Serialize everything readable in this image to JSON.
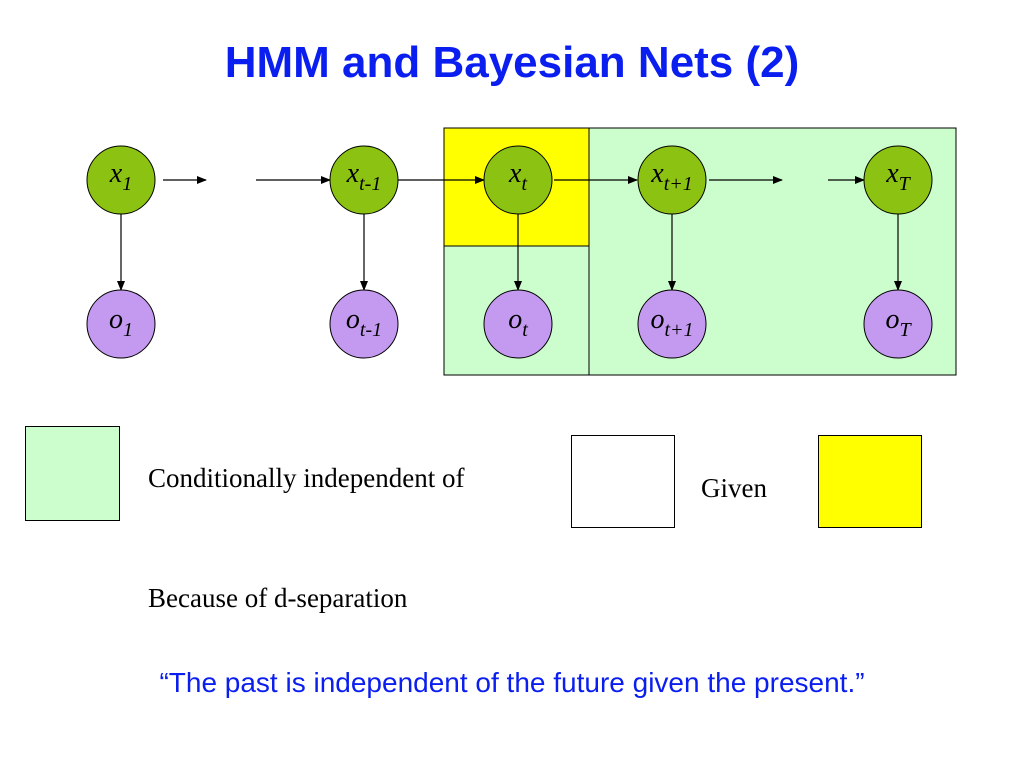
{
  "title": "HMM and Bayesian Nets (2)",
  "colors": {
    "title": "#0a1ef0",
    "hidden_node": "#8cc212",
    "observed_node": "#c49af0",
    "conditionally_independent_region": "#ccfdcc",
    "given_region": "#ffff00"
  },
  "nodes": {
    "x1": {
      "base": "x",
      "sub": "1"
    },
    "xt1": {
      "base": "x",
      "sub": "t-1"
    },
    "xt": {
      "base": "x",
      "sub": "t"
    },
    "xtp": {
      "base": "x",
      "sub": "t+1"
    },
    "xT": {
      "base": "x",
      "sub": "T"
    },
    "o1": {
      "base": "o",
      "sub": "1"
    },
    "ot1": {
      "base": "o",
      "sub": "t-1"
    },
    "ot": {
      "base": "o",
      "sub": "t"
    },
    "otp": {
      "base": "o",
      "sub": "t+1"
    },
    "oT": {
      "base": "o",
      "sub": "T"
    }
  },
  "legend": {
    "conditionally_independent_label": "Conditionally independent of",
    "given_label": "Given",
    "reason": "Because of d-separation"
  },
  "quote": "“The past is independent of the future given the present.”"
}
